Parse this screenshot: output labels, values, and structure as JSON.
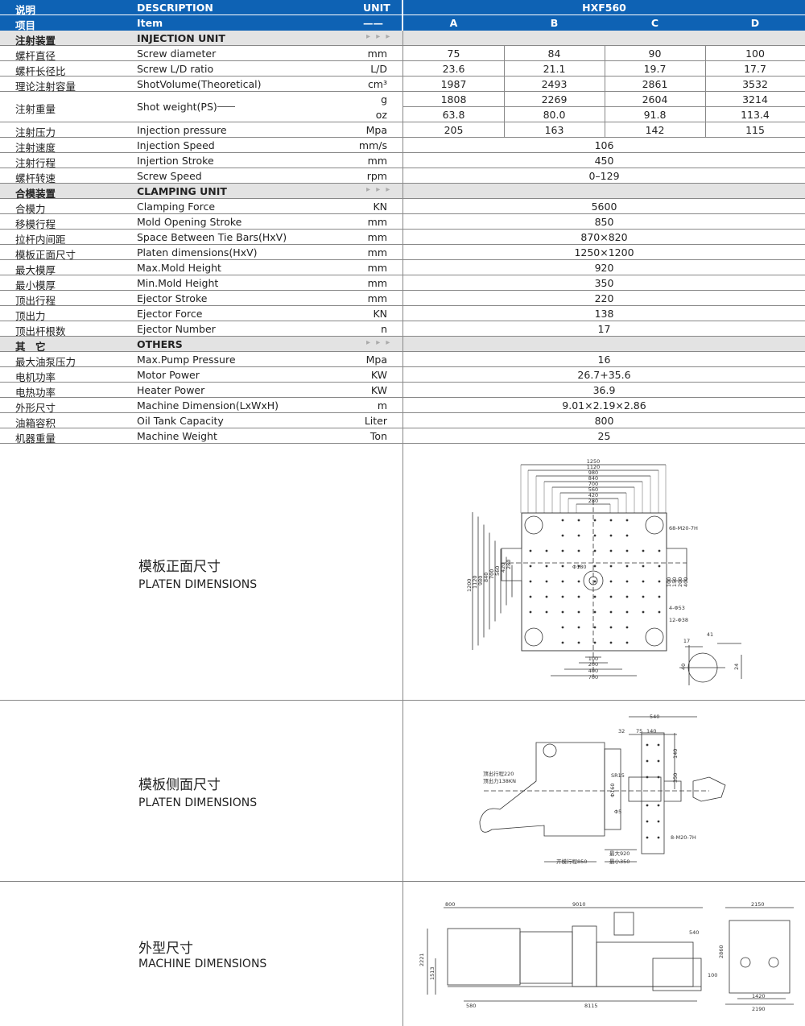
{
  "header": {
    "row1": {
      "cn": "说明",
      "en": "DESCRIPTION",
      "unit": "UNIT",
      "model": "HXF560"
    },
    "row2": {
      "cn": "项目",
      "en": "Item",
      "unit": "——",
      "cols": [
        "A",
        "B",
        "C",
        "D"
      ]
    }
  },
  "arrows": "▸ ▸ ▸",
  "sections": [
    {
      "cn": "注射装置",
      "en": "INJECTION UNIT",
      "rows": [
        {
          "cn": "螺杆直径",
          "en": "Screw diameter",
          "unit": "mm",
          "values": [
            "75",
            "84",
            "90",
            "100"
          ]
        },
        {
          "cn": "螺杆长径比",
          "en": "Screw L/D ratio",
          "unit": "L/D",
          "values": [
            "23.6",
            "21.1",
            "19.7",
            "17.7"
          ]
        },
        {
          "cn": "理论注射容量",
          "en": "ShotVolume(Theoretical)",
          "unit": "cm³",
          "values": [
            "1987",
            "2493",
            "2861",
            "3532"
          ]
        },
        {
          "cn": "注射重量",
          "en": "Shot weight(PS)",
          "units": [
            "g",
            "oz"
          ],
          "values2": [
            [
              "1808",
              "2269",
              "2604",
              "3214"
            ],
            [
              "63.8",
              "80.0",
              "91.8",
              "113.4"
            ]
          ]
        },
        {
          "cn": "注射压力",
          "en": "Injection pressure",
          "unit": "Mpa",
          "values": [
            "205",
            "163",
            "142",
            "115"
          ]
        },
        {
          "cn": "注射速度",
          "en": "Injection Speed",
          "unit": "mm/s",
          "value": "106"
        },
        {
          "cn": "注射行程",
          "en": "Injertion Stroke",
          "unit": "mm",
          "value": "450"
        },
        {
          "cn": "螺杆转速",
          "en": "Screw Speed",
          "unit": "rpm",
          "value": "0–129"
        }
      ]
    },
    {
      "cn": "合模装置",
      "en": "CLAMPING UNIT",
      "rows": [
        {
          "cn": "合模力",
          "en": "Clamping Force",
          "unit": "KN",
          "value": "5600"
        },
        {
          "cn": "移模行程",
          "en": "Mold Opening Stroke",
          "unit": "mm",
          "value": "850"
        },
        {
          "cn": "拉杆内间距",
          "en": "Space Between Tie Bars(HxV)",
          "unit": "mm",
          "value": "870×820"
        },
        {
          "cn": "模板正面尺寸",
          "en": "Platen dimensions(HxV)",
          "unit": "mm",
          "value": "1250×1200"
        },
        {
          "cn": "最大模厚",
          "en": "Max.Mold Height",
          "unit": "mm",
          "value": "920"
        },
        {
          "cn": "最小模厚",
          "en": "Min.Mold Height",
          "unit": "mm",
          "value": "350"
        },
        {
          "cn": "顶出行程",
          "en": "Ejector Stroke",
          "unit": "mm",
          "value": "220"
        },
        {
          "cn": "顶出力",
          "en": "Ejector Force",
          "unit": "KN",
          "value": "138"
        },
        {
          "cn": "顶出杆根数",
          "en": "Ejector Number",
          "unit": "n",
          "value": "17"
        }
      ]
    },
    {
      "cn": "其　它",
      "en": "OTHERS",
      "rows": [
        {
          "cn": "最大油泵压力",
          "en": "Max.Pump Pressure",
          "unit": "Mpa",
          "value": "16"
        },
        {
          "cn": "电机功率",
          "en": "Motor Power",
          "unit": "KW",
          "value": "26.7+35.6"
        },
        {
          "cn": "电热功率",
          "en": "Heater Power",
          "unit": "KW",
          "value": "36.9"
        },
        {
          "cn": "外形尺寸",
          "en": "Machine Dimension(LxWxH)",
          "unit": "m",
          "value": "9.01×2.19×2.86"
        },
        {
          "cn": "油箱容积",
          "en": "Oil Tank Capacity",
          "unit": "Liter",
          "value": "800"
        },
        {
          "cn": "机器重量",
          "en": "Machine Weight",
          "unit": "Ton",
          "value": "25"
        }
      ]
    }
  ],
  "panels": {
    "front": {
      "cn": "模板正面尺寸",
      "en": "PLATEN DIMENSIONS",
      "top_dims": [
        "1250",
        "1120",
        "980",
        "840",
        "700",
        "560",
        "420",
        "280"
      ],
      "left_dims": [
        "1200",
        "1120",
        "980",
        "840",
        "700",
        "560",
        "420",
        "280"
      ],
      "right_dims": [
        "100",
        "150",
        "200",
        "400"
      ],
      "bottom_dims": [
        "100",
        "200",
        "400",
        "700"
      ],
      "notes": [
        "68-M20-7H",
        "Φ180",
        "4-Φ53",
        "12-Φ38"
      ],
      "detail": [
        "17",
        "41",
        "40",
        "24"
      ]
    },
    "side": {
      "cn": "模板侧面尺寸",
      "en": "PLATEN DIMENSIONS",
      "dims": [
        "540",
        "32",
        "75",
        "140",
        "140",
        "350",
        "SR15",
        "Φ160",
        "Φ5",
        "8-M20-7H"
      ],
      "notes": [
        "顶出行程220",
        "顶出力138KN",
        "开模行程850",
        "最大920",
        "最小350"
      ]
    },
    "machine": {
      "cn": "外型尺寸",
      "en": "MACHINE DIMENSIONS",
      "dims": [
        "800",
        "9010",
        "2150",
        "540",
        "2860",
        "2221",
        "1513",
        "100",
        "580",
        "8115",
        "1420",
        "2190"
      ]
    }
  }
}
